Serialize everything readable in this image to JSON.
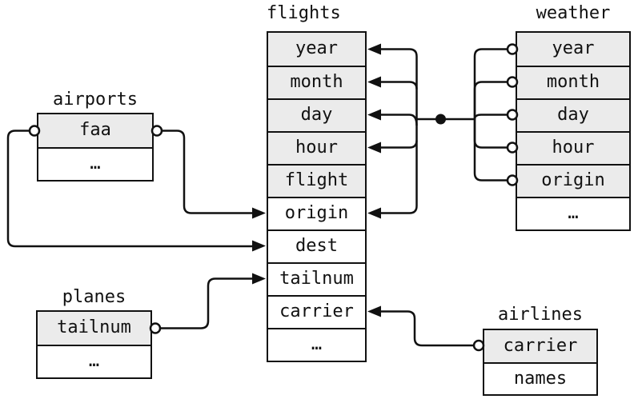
{
  "colors": {
    "background": "#ffffff",
    "line": "#111111",
    "key_row_fill": "#ebebeb",
    "row_fill": "#ffffff"
  },
  "tables": {
    "flights": {
      "title": "flights",
      "rows": [
        {
          "label": "year",
          "key": true
        },
        {
          "label": "month",
          "key": true
        },
        {
          "label": "day",
          "key": true
        },
        {
          "label": "hour",
          "key": true
        },
        {
          "label": "flight",
          "key": true
        },
        {
          "label": "origin",
          "key": false
        },
        {
          "label": "dest",
          "key": false
        },
        {
          "label": "tailnum",
          "key": false
        },
        {
          "label": "carrier",
          "key": false
        },
        {
          "label": "…",
          "key": false
        }
      ]
    },
    "weather": {
      "title": "weather",
      "rows": [
        {
          "label": "year",
          "key": true
        },
        {
          "label": "month",
          "key": true
        },
        {
          "label": "day",
          "key": true
        },
        {
          "label": "hour",
          "key": true
        },
        {
          "label": "origin",
          "key": true
        },
        {
          "label": "…",
          "key": false
        }
      ]
    },
    "airports": {
      "title": "airports",
      "rows": [
        {
          "label": "faa",
          "key": true
        },
        {
          "label": "…",
          "key": false
        }
      ]
    },
    "planes": {
      "title": "planes",
      "rows": [
        {
          "label": "tailnum",
          "key": true
        },
        {
          "label": "…",
          "key": false
        }
      ]
    },
    "airlines": {
      "title": "airlines",
      "rows": [
        {
          "label": "carrier",
          "key": true
        },
        {
          "label": "names",
          "key": false
        }
      ]
    }
  },
  "relationships": [
    {
      "from": "weather.year",
      "to": "flights.year"
    },
    {
      "from": "weather.month",
      "to": "flights.month"
    },
    {
      "from": "weather.day",
      "to": "flights.day"
    },
    {
      "from": "weather.hour",
      "to": "flights.hour"
    },
    {
      "from": "weather.origin",
      "to": "flights.origin"
    },
    {
      "from": "airports.faa",
      "to": "flights.origin"
    },
    {
      "from": "airports.faa",
      "to": "flights.dest"
    },
    {
      "from": "planes.tailnum",
      "to": "flights.tailnum"
    },
    {
      "from": "airlines.carrier",
      "to": "flights.carrier"
    }
  ]
}
